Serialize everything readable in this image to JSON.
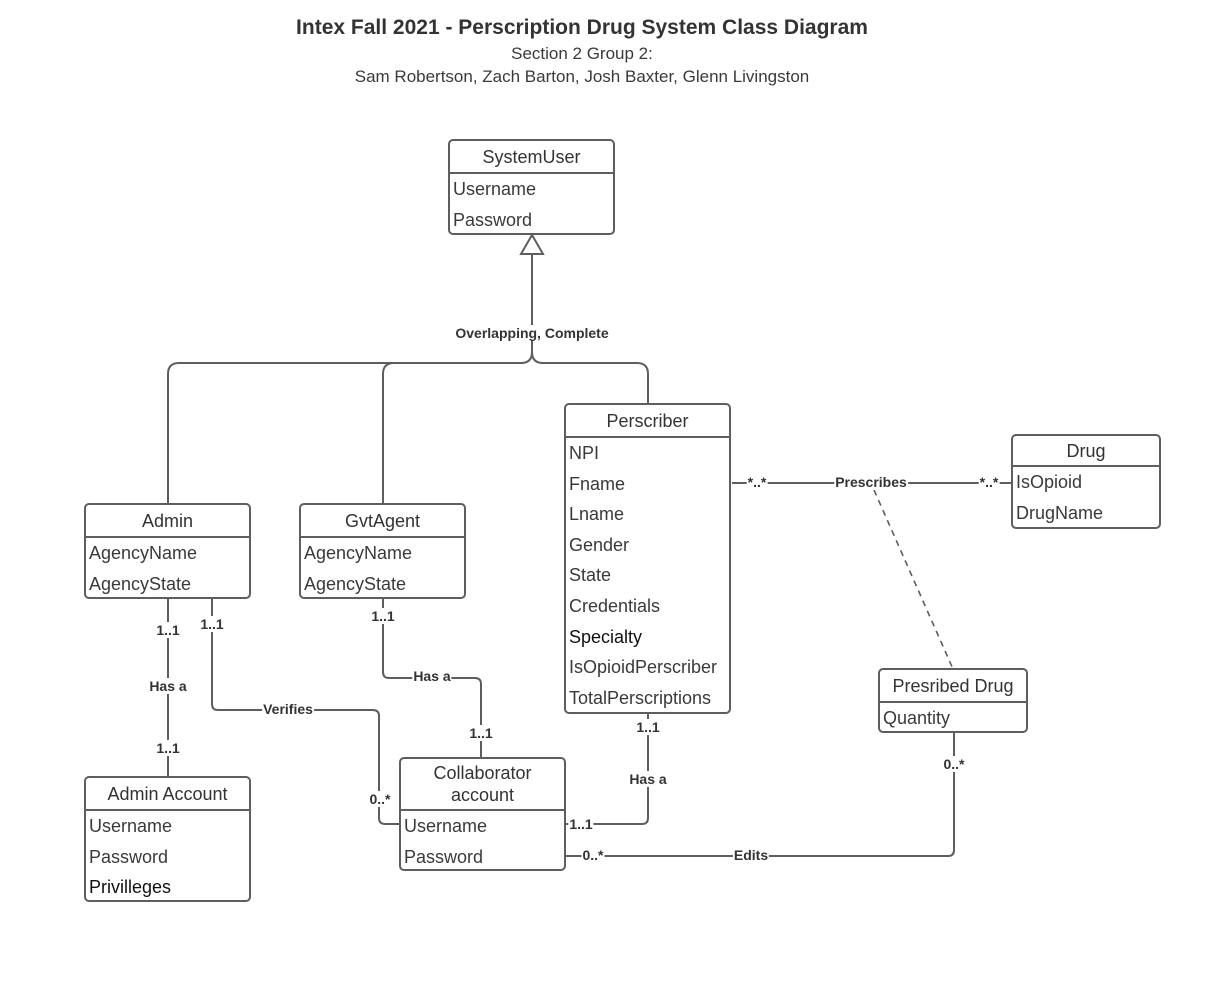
{
  "header": {
    "title": "Intex Fall 2021 - Perscription Drug System Class Diagram",
    "subtitle_line1": "Section 2 Group 2:",
    "subtitle_line2": "Sam Robertson, Zach Barton, Josh Baxter, Glenn Livingston"
  },
  "classes": {
    "system_user": {
      "name": "SystemUser",
      "attributes": [
        "Username",
        "Password"
      ]
    },
    "perscriber": {
      "name": "Perscriber",
      "attributes": [
        "NPI",
        "Fname",
        "Lname",
        "Gender",
        "State",
        "Credentials",
        "Specialty",
        "IsOpioidPerscriber",
        "TotalPerscriptions"
      ]
    },
    "drug": {
      "name": "Drug",
      "attributes": [
        "IsOpioid",
        "DrugName"
      ]
    },
    "admin": {
      "name": "Admin",
      "attributes": [
        "AgencyName",
        "AgencyState"
      ]
    },
    "gvt_agent": {
      "name": "GvtAgent",
      "attributes": [
        "AgencyName",
        "AgencyState"
      ]
    },
    "prescribed_drug": {
      "name": "Presribed Drug",
      "attributes": [
        "Quantity"
      ]
    },
    "admin_account": {
      "name": "Admin Account",
      "attributes": [
        "Username",
        "Password",
        "Privilleges"
      ]
    },
    "collaborator_account": {
      "name": "Collaborator account",
      "attributes": [
        "Username",
        "Password"
      ]
    }
  },
  "relationships": {
    "generalization": "Overlapping, Complete",
    "prescribes": {
      "label": "Prescribes",
      "left": "*..*",
      "right": "*..*"
    },
    "admin_has_account": {
      "label": "Has a",
      "top": "1..1",
      "bottom": "1..1"
    },
    "admin_verifies": {
      "label": "Verifies",
      "from": "1..1",
      "to": "0..*"
    },
    "gvt_has_collab": {
      "label": "Has a",
      "top": "1..1",
      "bottom": "1..1"
    },
    "perscriber_has_collab": {
      "label": "Has a",
      "top": "1..1",
      "side": "1..1"
    },
    "edits": {
      "label": "Edits",
      "from": "0..*",
      "to": "0..*"
    }
  }
}
